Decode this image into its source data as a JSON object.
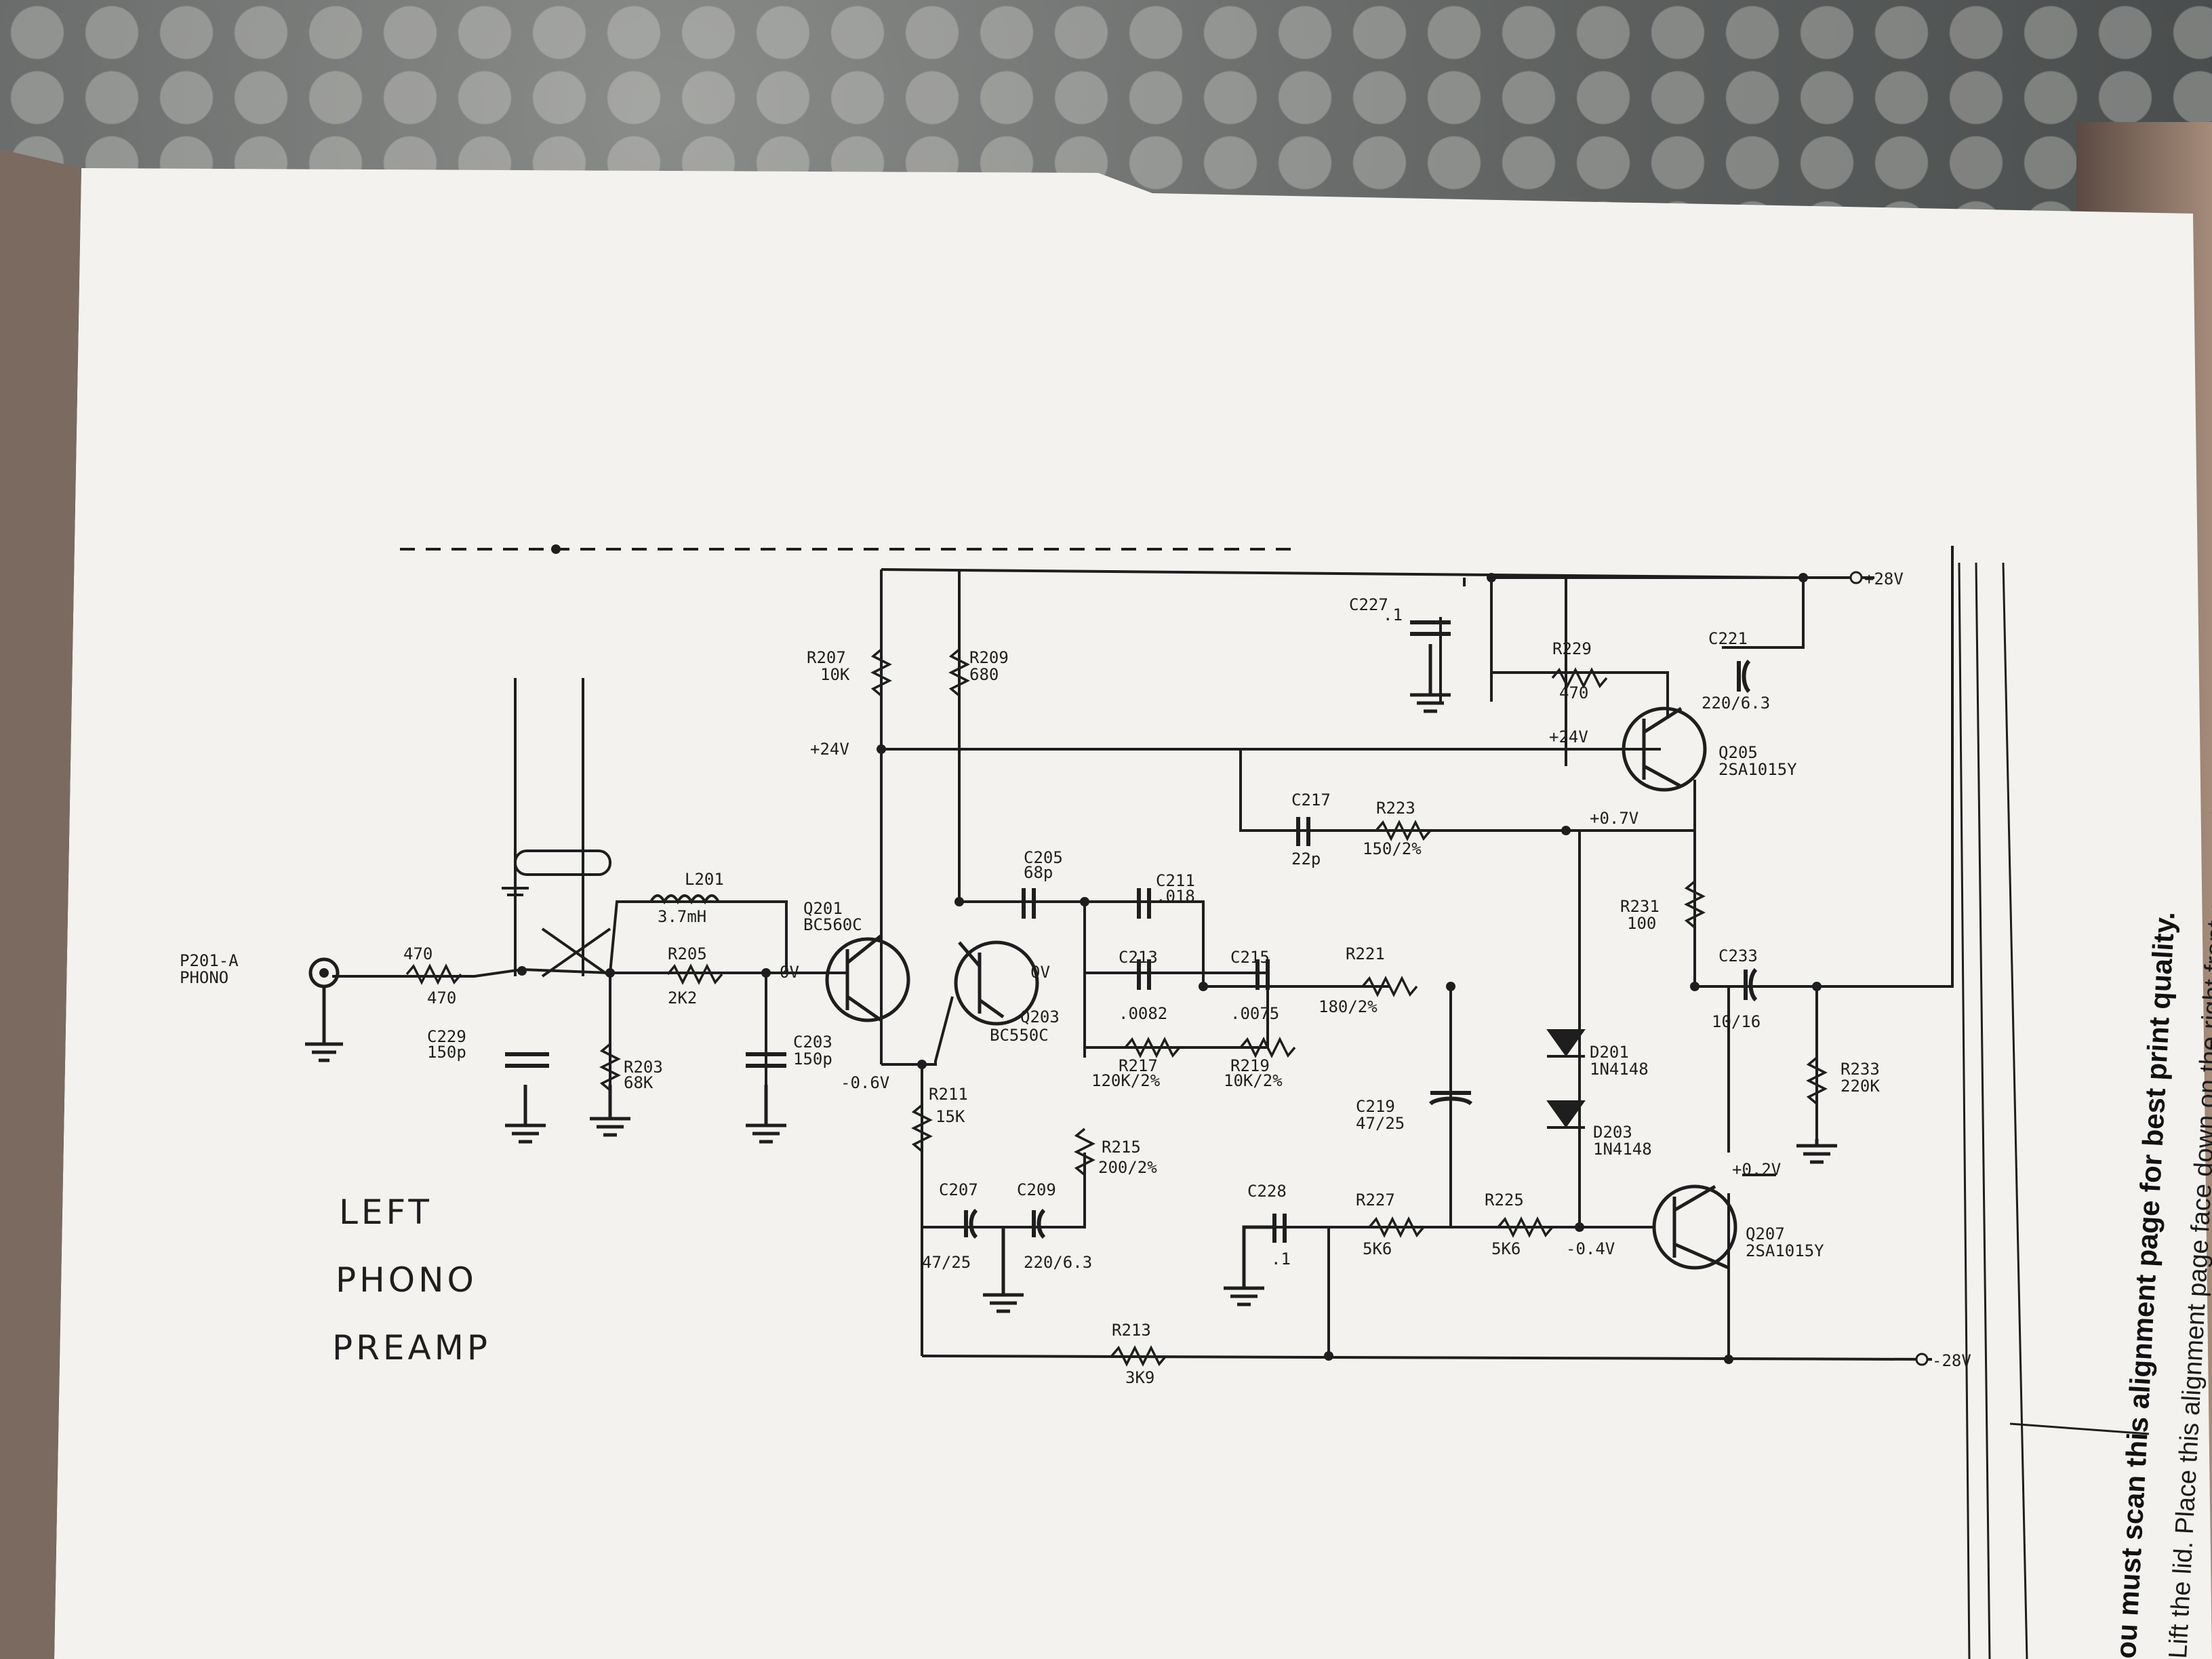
{
  "schematic": {
    "title_lines": [
      "LEFT",
      "PHONO",
      "PREAMP"
    ],
    "supply_pos": "+28V",
    "supply_neg": "-28V",
    "connector": {
      "ref": "P201-A",
      "name": "PHONO"
    },
    "components": {
      "R237": "470",
      "C229": "150p",
      "L201": "3.7mH",
      "R205": "2K2",
      "R203": "68K",
      "C203": "150p",
      "Q201": "BC560C",
      "R207": "10K",
      "R209": "680",
      "Q203": "BC550C",
      "C205": "68p",
      "C211": ".018",
      "C213": ".0082",
      "C215": ".0075",
      "R217": "120K/2%",
      "R219": "10K/2%",
      "R211": "15K",
      "R215": "200/2%",
      "C207": "47/25",
      "C209": "220/6.3",
      "R213": "3K9",
      "C217": "22p",
      "R223": "150/2%",
      "C227": ".1",
      "R229": "470",
      "C221": "220/6.3",
      "Q205": "2SA1015Y",
      "R231": "100",
      "R221": "180/2%",
      "C233": "10/16",
      "R233": "220K",
      "C219": "47/25",
      "D201": "1N4148",
      "D203": "1N4148",
      "C228": ".1",
      "R227": "5K6",
      "R225": "5K6",
      "Q207": "2SA1015Y"
    },
    "voltages": {
      "v24a": "+24V",
      "v24b": "+24V",
      "v07": "+0.7V",
      "v0a": "0V",
      "v0b": "0V",
      "vm06": "-0.6V",
      "v02": "+0.2V",
      "vm04": "-0.4V"
    }
  },
  "instructions": {
    "line1": "ou must scan this alignment page for best print quality.",
    "line2": "Lift the lid. Place this alignment page face down on the right front corner of the"
  },
  "colors": {
    "paper": "#f3f2ee",
    "ink": "#1e1e1e"
  }
}
